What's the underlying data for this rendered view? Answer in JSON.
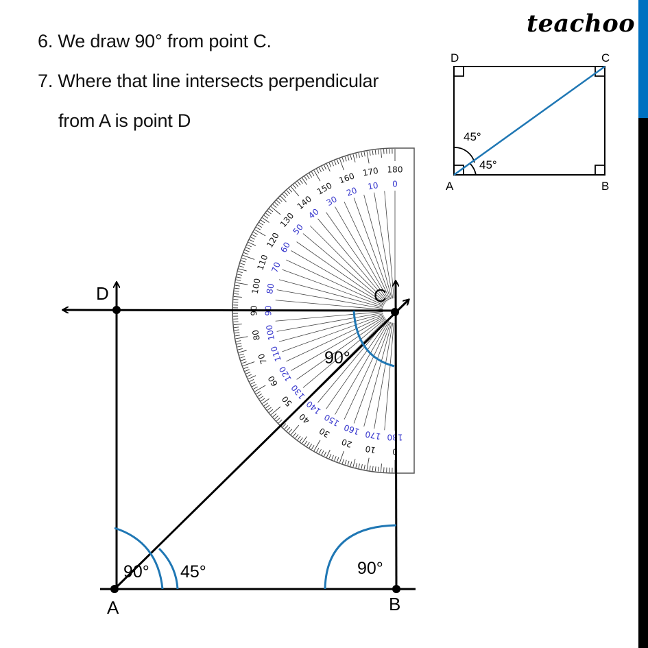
{
  "header": {
    "logo": "teachoo"
  },
  "steps": {
    "step6": "6. We draw 90° from point C.",
    "step7": "7. Where that line intersects perpendicular",
    "step7_cont": "from A is point D"
  },
  "colors": {
    "accent_blue": "#0070c0",
    "arc_blue": "#1f77b4",
    "protractor_inner_blue": "#3333cc",
    "line_black": "#000000",
    "sidebar_blue": "#0070c0",
    "sidebar_black": "#000000"
  },
  "reference_diagram": {
    "points": {
      "A": "A",
      "B": "B",
      "C": "C",
      "D": "D"
    },
    "angle_upper": "45°",
    "angle_lower": "45°"
  },
  "main_diagram": {
    "points": {
      "A": "A",
      "B": "B",
      "C": "C",
      "D": "D"
    },
    "angle_A_90": "90°",
    "angle_A_45": "45°",
    "angle_B_90": "90°",
    "angle_C_90": "90°"
  },
  "protractor": {
    "outer_labels": [
      "0",
      "10",
      "20",
      "30",
      "40",
      "50",
      "60",
      "70",
      "80",
      "90",
      "100",
      "110",
      "120",
      "130",
      "140",
      "150",
      "160",
      "170",
      "180"
    ],
    "inner_labels": [
      "180",
      "170",
      "160",
      "150",
      "140",
      "130",
      "120",
      "110",
      "100",
      "90",
      "80",
      "70",
      "60",
      "50",
      "40",
      "30",
      "20",
      "10",
      "0"
    ]
  }
}
